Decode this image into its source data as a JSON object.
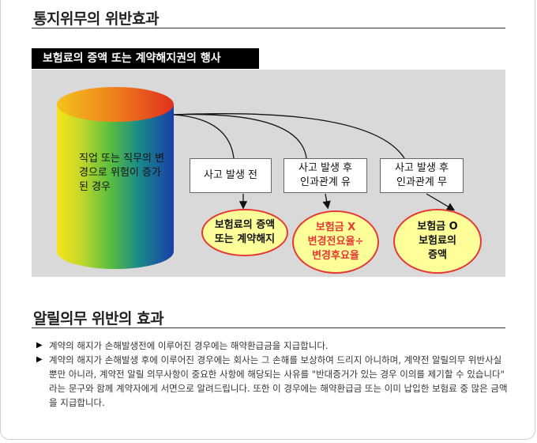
{
  "section1": {
    "title": "통지위무의 위반효과"
  },
  "label": "보험료의 증액 또는 계약해지권의 행사",
  "cylinder_text": "직업 또는 직무의 변경으로 위험이 증가된 경우",
  "boxes": [
    {
      "text": "사고 발생 전"
    },
    {
      "text": "사고 발생 후\n인과관계 유"
    },
    {
      "text": "사고 발생 후\n인과관계 무"
    }
  ],
  "ovals": [
    {
      "text": "보험료의 증액\n또는 계약해지",
      "color": "#111111"
    },
    {
      "text": "보험금 X\n변경전요율÷\n변경후요율",
      "color": "#e53935"
    },
    {
      "text": "보험금 O\n보험료의\n증액",
      "color": "#111111"
    }
  ],
  "colors": {
    "oval_fill": "#ffff99",
    "oval_border": "#e53935",
    "panel": "#d9d9d9"
  },
  "section2": {
    "title": "알릴의무 위반의 효과",
    "bullet_icon": "triangle-right",
    "items": [
      "계약의 해지가 손해발생전에 이루어진 경우에는  해약환급금을 지급합니다.",
      "계약의 해지가 손해발생 후에 이루어진 경우에는 회사는 그 손해를 보상하여 드리지 아니하며,  계약전 알릴의무 위반사실 뿐만 아니라, 계약전 알릴 의무사항이 중요한 사항에 해당되는 사유를 \"반대증거가 있는 경우  이의를 제기할 수 있습니다\" 라는 문구와 함께 계약자에게 서면으로 알려드립니다.  또한 이 경우에는 해약환급금 또는 이미 납입한 보험료 중  많은 금액을 지급합니다."
    ]
  }
}
